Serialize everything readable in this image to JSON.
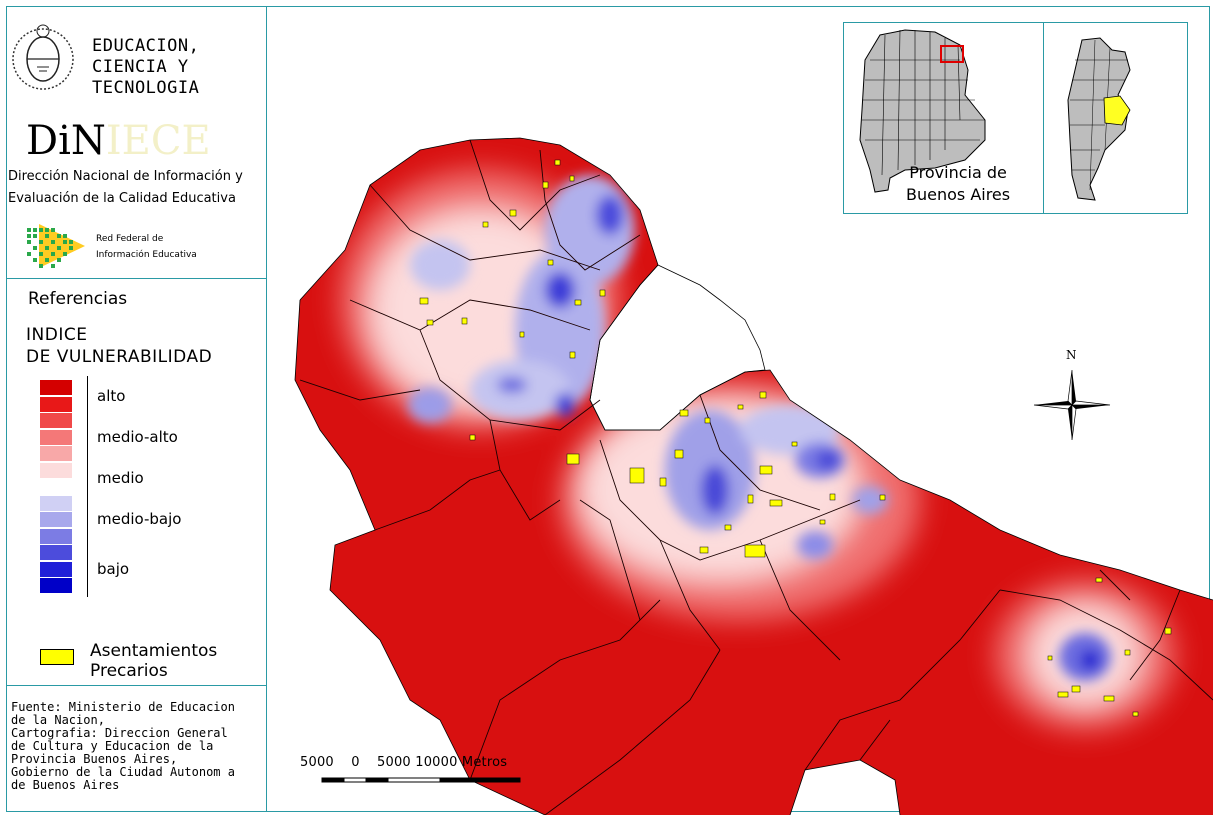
{
  "header": {
    "ministry_line1": "EDUCACION,",
    "ministry_line2": "CIENCIA Y",
    "ministry_line3": "TECNOLOGIA",
    "logo_prefix": "DiN",
    "logo_suffix": "IECE",
    "direccion_line1": "Dirección Nacional de Información y",
    "direccion_line2": "Evaluación de la Calidad Educativa",
    "red_line1": "Red Federal de",
    "red_line2": "Información Educativa"
  },
  "legend": {
    "title": "Referencias",
    "index_line1": "INDICE",
    "index_line2": "DE VULNERABILIDAD",
    "classes": [
      {
        "label": "alto",
        "colors": [
          "#d40000",
          "#e81818"
        ]
      },
      {
        "label": "medio-alto",
        "colors": [
          "#f04848",
          "#f47878",
          "#f8a8a8"
        ]
      },
      {
        "label": "medio",
        "colors": [
          "#fcdcdc",
          "#ffffff"
        ]
      },
      {
        "label": "medio-bajo",
        "colors": [
          "#d0d0f4",
          "#a8a8ec",
          "#7c7ce4"
        ]
      },
      {
        "label": "bajo",
        "colors": [
          "#4c4cdc",
          "#2020d8",
          "#0000c8"
        ]
      }
    ],
    "settlement_line1": "Asentamientos",
    "settlement_line2": "Precarios",
    "settlement_color": "#ffff00"
  },
  "source": {
    "lines": [
      "Fuente: Ministerio de Educacion",
      "de la Nacion,",
      "Cartografia: Direccion General",
      "de Cultura y Educacion de la",
      "Provincia Buenos Aires,",
      "Gobierno de la Ciudad Autonom a",
      "de Buenos Aires"
    ]
  },
  "inset": {
    "province_line1": "Provincia de",
    "province_line2": "Buenos Aires"
  },
  "compass": {
    "north": "N"
  },
  "scale": {
    "label": "5000    0    5000 10000 Metros"
  }
}
